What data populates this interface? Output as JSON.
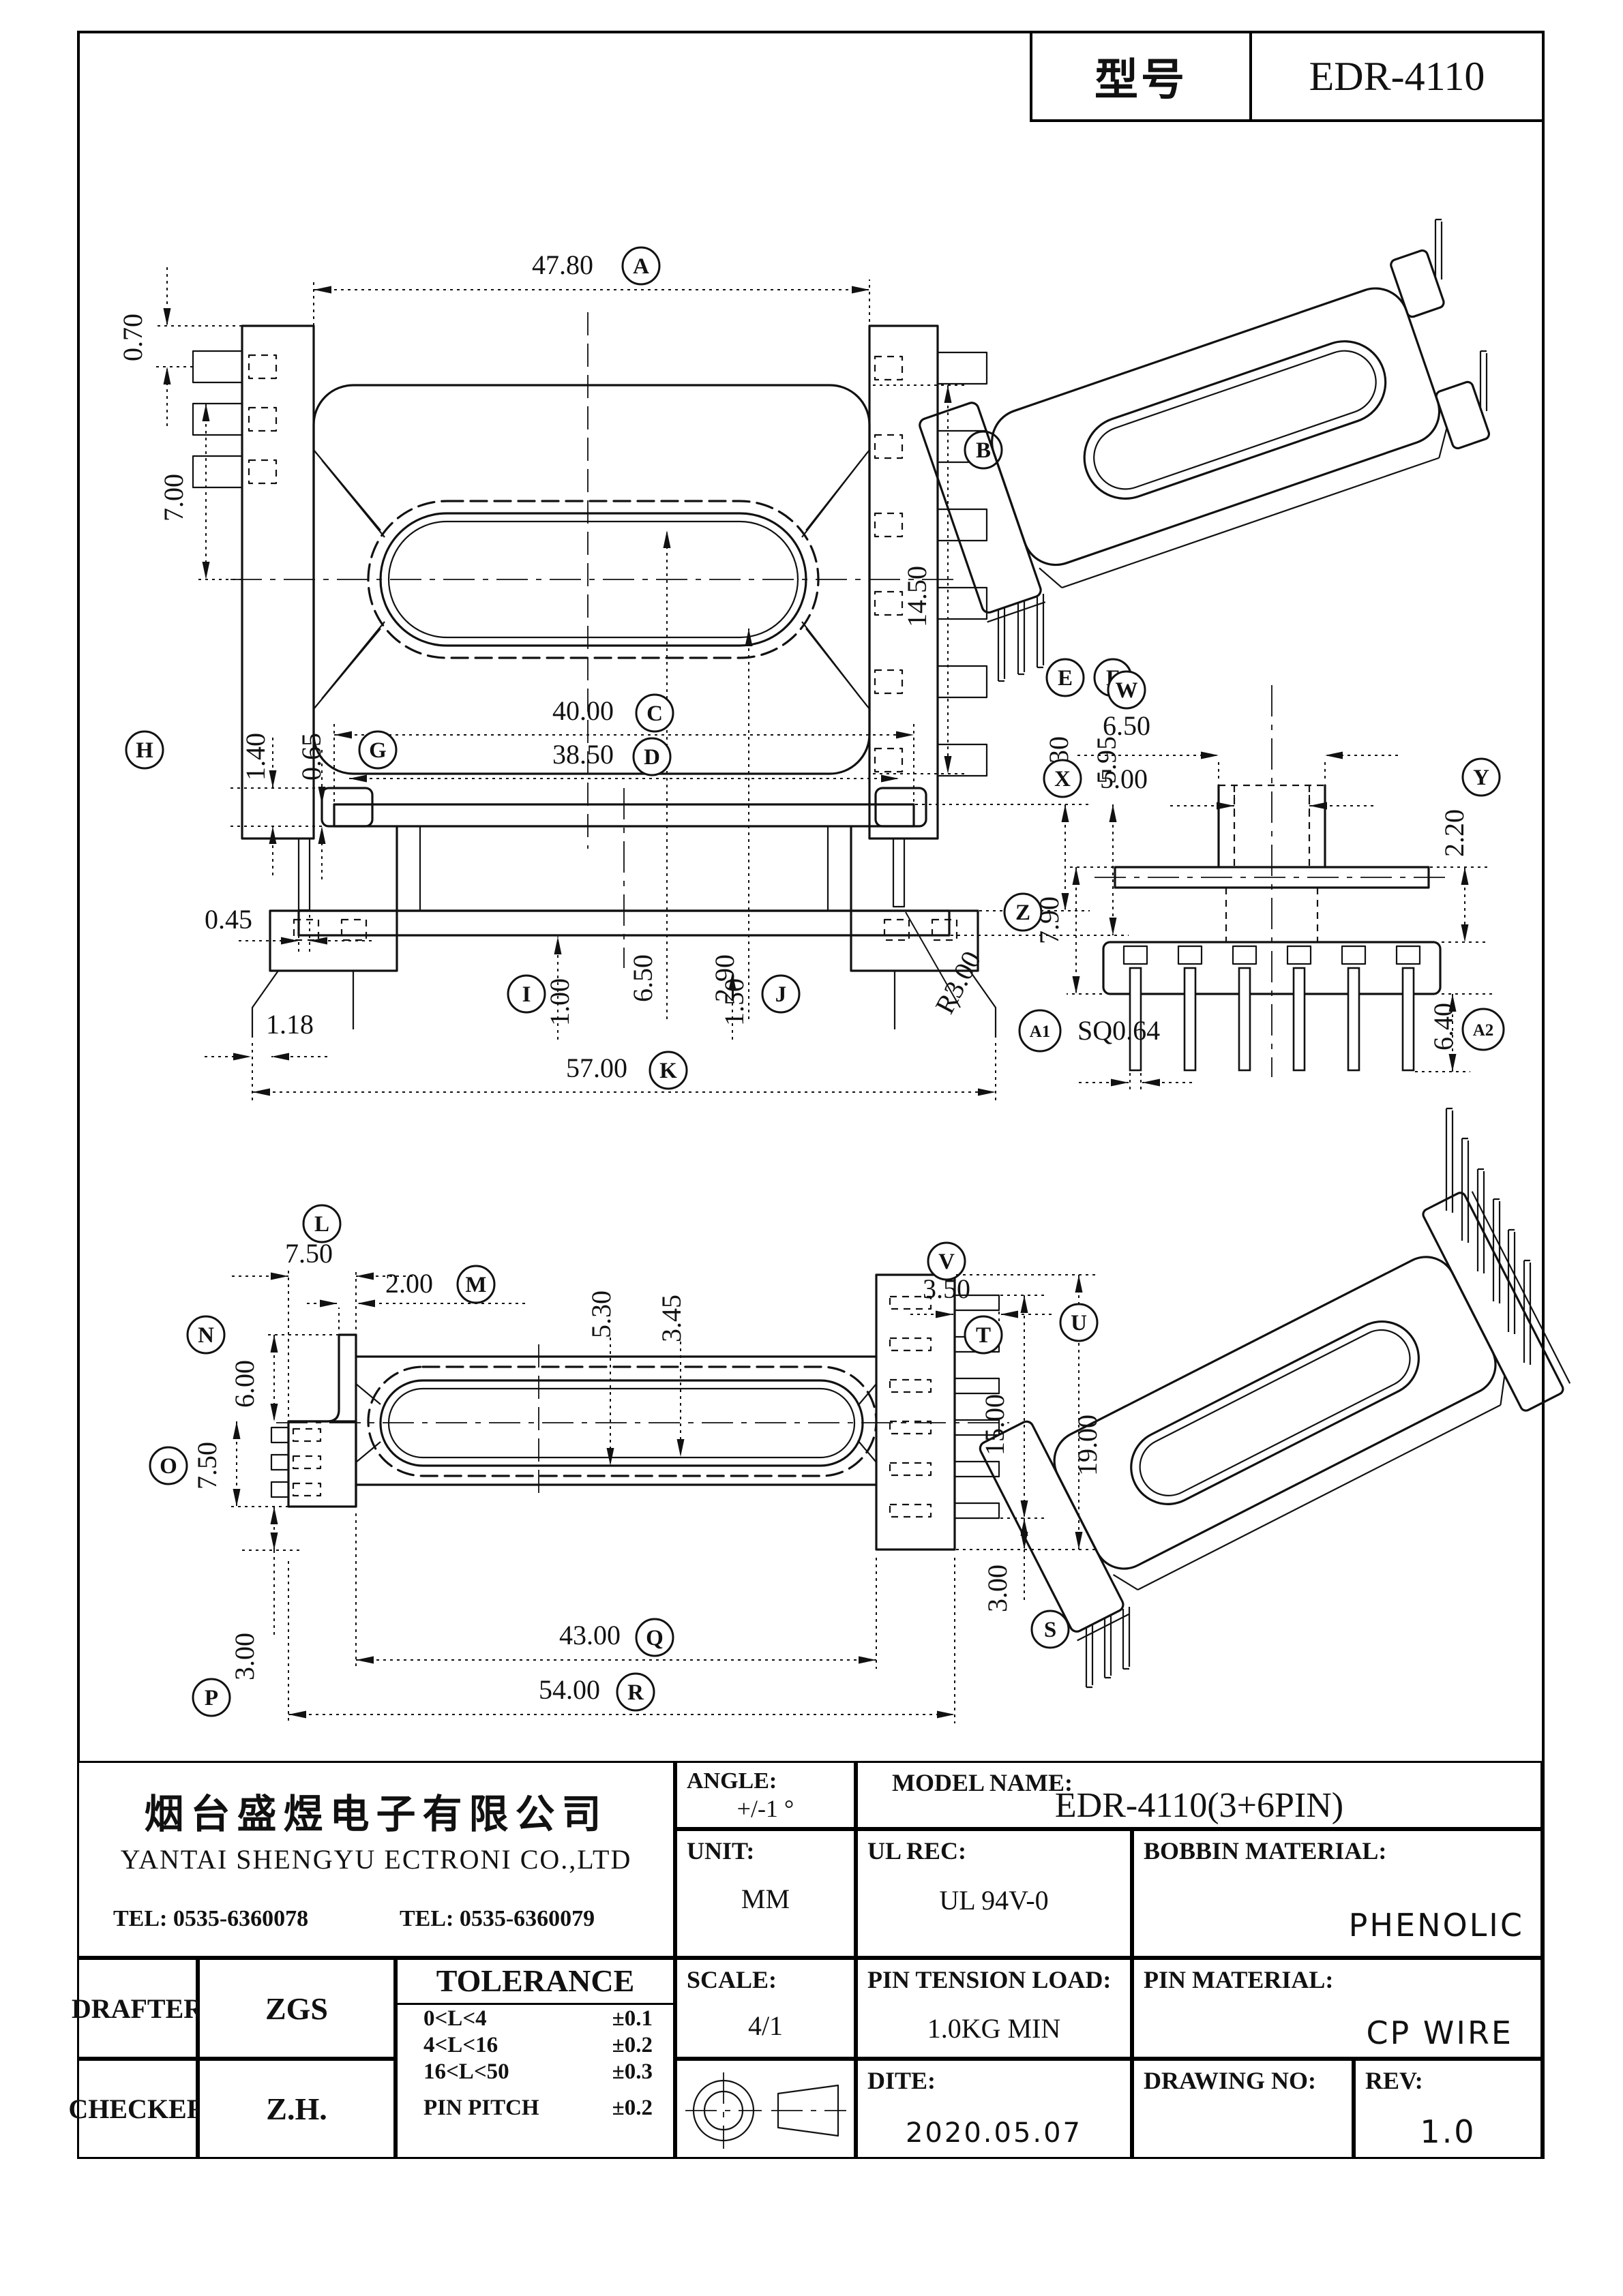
{
  "page": {
    "background": "#ffffff",
    "line_color": "#111111"
  },
  "title_block": {
    "model_label": "型号",
    "model_value": "EDR-4110"
  },
  "company": {
    "name_cn": "烟台盛煜电子有限公司",
    "name_en": "YANTAI SHENGYU ECTRONI CO.,LTD",
    "tel1": "TEL: 0535-6360078",
    "tel2": "TEL: 0535-6360079"
  },
  "info": {
    "angle_label": "ANGLE:",
    "angle_value": "+/-1 °",
    "unit_label": "UNIT:",
    "unit_value": "MM",
    "scale_label": "SCALE:",
    "scale_value": "4/1",
    "model_name_label": "MODEL NAME:",
    "model_name_value": "EDR-4110(3+6PIN)",
    "ul_label": "UL REC:",
    "ul_value": "UL 94V-0",
    "pin_tension_label": "PIN TENSION LOAD:",
    "pin_tension_value": "1.0KG MIN",
    "date_label": "DITE:",
    "date_value": "2020.05.07",
    "bobbin_label": "BOBBIN MATERIAL:",
    "bobbin_value": "PHENOLIC",
    "pin_material_label": "PIN MATERIAL:",
    "pin_material_value": "CP WIRE",
    "drawing_no_label": "DRAWING NO:",
    "rev_label": "REV:",
    "rev_value": "1.0",
    "drafter_label": "DRAFTER",
    "drafter_value": "ZGS",
    "checker_label": "CHECKER",
    "checker_value": "Z.H."
  },
  "tolerance": {
    "header": "TOLERANCE",
    "rows": [
      {
        "range": "0<L<4",
        "tol": "±0.1"
      },
      {
        "range": "4<L<16",
        "tol": "±0.2"
      },
      {
        "range": "16<L<50",
        "tol": "±0.3"
      },
      {
        "range": "PIN PITCH",
        "tol": "±0.2"
      }
    ]
  },
  "dims": {
    "top": {
      "a_tag": "A",
      "a": "47.80",
      "b_tag": "B",
      "b": "14.50",
      "off": "0.70",
      "h7": "7.00",
      "foot": "0.45",
      "s65": "6.50",
      "s29": "2.90",
      "r3": "R3.00"
    },
    "front": {
      "c_tag": "C",
      "c": "40.00",
      "d_tag": "D",
      "d": "38.50",
      "h_tag": "H",
      "h": "1.40",
      "g_tag": "G",
      "g": "0.65",
      "e_tag": "E",
      "e": "4.30",
      "f_tag": "F",
      "f": "5.95",
      "i_tag": "I",
      "i": "1.00",
      "j_tag": "J",
      "j": "1.50",
      "k_tag": "K",
      "k": "57.00",
      "w118": "1.18"
    },
    "side": {
      "w_tag": "W",
      "w": "6.50",
      "x_tag": "X",
      "x": "5.00",
      "y_tag": "Y",
      "y": "2.20",
      "z_tag": "Z",
      "z": "7.90",
      "a1_tag": "A1",
      "a1": "SQ0.64",
      "a2_tag": "A2",
      "a2": "6.40"
    },
    "bottom": {
      "l_tag": "L",
      "l": "7.50",
      "m_tag": "M",
      "m": "2.00",
      "s53": "5.30",
      "s345": "3.45",
      "v_tag": "V",
      "v": "3.50",
      "n_tag": "N",
      "n": "6.00",
      "o_tag": "O",
      "o": "7.50",
      "p_tag": "P",
      "p": "3.00",
      "t_tag": "T",
      "t": "15.00",
      "u_tag": "U",
      "u": "19.00",
      "s_tag": "S",
      "s": "3.00",
      "q_tag": "Q",
      "q": "43.00",
      "r_tag": "R",
      "r": "54.00"
    }
  }
}
